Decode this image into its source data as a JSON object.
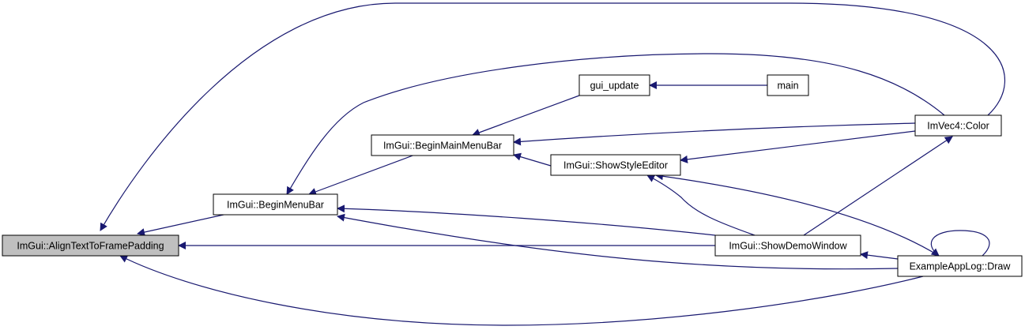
{
  "colors": {
    "edge": "#191970",
    "node_fill": "#ffffff",
    "highlight_fill": "#bfbfbf",
    "border": "#000000"
  },
  "nodes": {
    "align": {
      "label": "ImGui::AlignTextToFramePadding",
      "highlighted": true
    },
    "beginMenuBar": {
      "label": "ImGui::BeginMenuBar"
    },
    "beginMainMenuBar": {
      "label": "ImGui::BeginMainMenuBar"
    },
    "guiUpdate": {
      "label": "gui_update"
    },
    "main": {
      "label": "main"
    },
    "showStyleEditor": {
      "label": "ImGui::ShowStyleEditor"
    },
    "showDemoWindow": {
      "label": "ImGui::ShowDemoWindow"
    },
    "imvec4Color": {
      "label": "ImVec4::Color"
    },
    "exampleAppLogDraw": {
      "label": "ExampleAppLog::Draw"
    }
  }
}
